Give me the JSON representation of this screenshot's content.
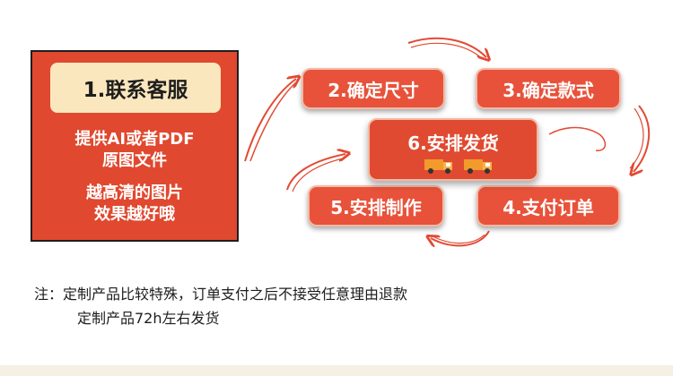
{
  "left_panel": {
    "label": "1.联系客服",
    "text1": [
      "提供AI或者PDF",
      "原图文件"
    ],
    "text2": [
      "越高清的图片",
      "效果越好哦"
    ]
  },
  "steps": {
    "step2": "2.确定尺寸",
    "step3": "3.确定款式",
    "step4": "4.支付订单",
    "step5": "5.安排制作",
    "center": "6.安排发货"
  },
  "notes": {
    "line1": "注：定制产品比较特殊，订单支付之后不接受任意理由退款",
    "line2": "定制产品72h左右发货"
  },
  "colors": {
    "panel": "#e0492f",
    "label_bg": "#fbe7bd",
    "step_bg": "#e8523a",
    "arrow": "#e24a33"
  },
  "icons": [
    "arrow-icon",
    "truck-icon"
  ]
}
